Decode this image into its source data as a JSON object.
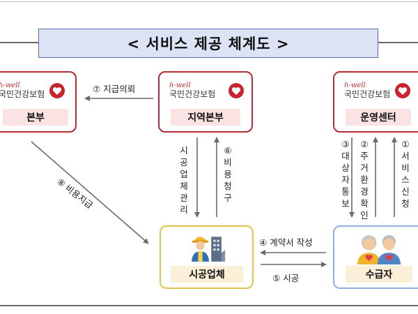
{
  "title": "< 서비스 제공 체계도 >",
  "brand": {
    "logo_en": "h-well",
    "logo_ko": "국민건강보험"
  },
  "nodes": {
    "hq": "본부",
    "regional": "지역본부",
    "center": "운영센터",
    "contractor": "시공업체",
    "recipient": "수급자"
  },
  "edges": {
    "e1_num": "①",
    "e1_text": "서비스신청",
    "e2_num": "②",
    "e2_text": "주거환경확인",
    "e3_num": "③",
    "e3_text": "대상자통보",
    "e4_num": "④",
    "e4_text": "계약서 작성",
    "e5_num": "⑤",
    "e5_text": "시공",
    "e6_num": "⑥",
    "e6_text": "비용청구",
    "e7_num": "⑦",
    "e7_text": "지급의뢰",
    "e8_num": "⑧",
    "e8_text": "비용지급",
    "e_notice": "시공업체관리"
  },
  "colors": {
    "red_border": "#b52a33",
    "gold_border": "#e2c44a",
    "blue_border": "#8fb0dc",
    "title_bg": "#dbe3f5"
  }
}
